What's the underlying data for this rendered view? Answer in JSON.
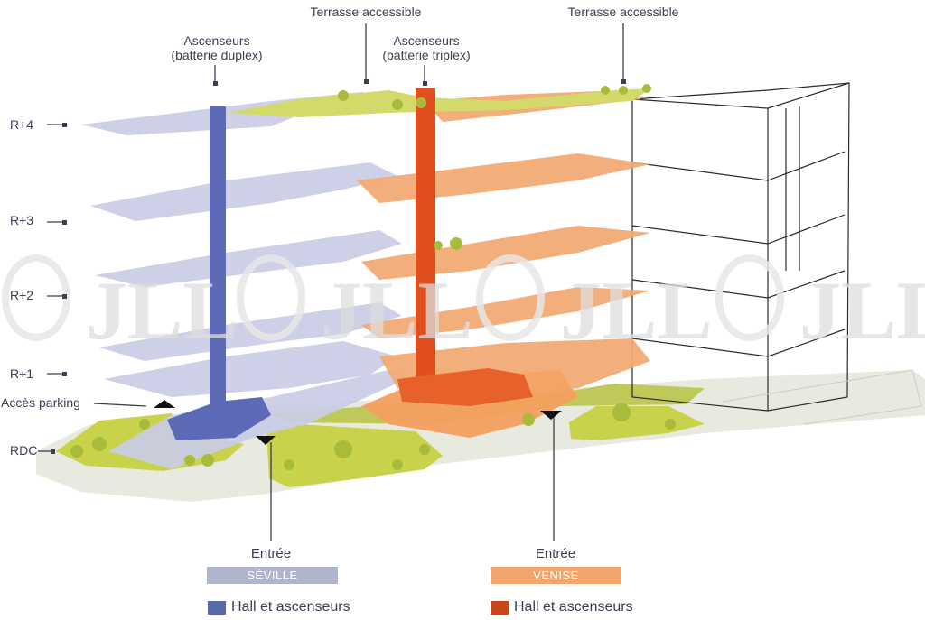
{
  "labels": {
    "terrace_left": "Terrasse accessible",
    "terrace_right": "Terrasse accessible",
    "elev_duplex": "Ascenseurs\n(batterie duplex)",
    "elev_triplex": "Ascenseurs\n(batterie triplex)",
    "parking": "Accès parking",
    "watermark": "JLL"
  },
  "floors": [
    "R+4",
    "R+3",
    "R+2",
    "R+1",
    "RDC"
  ],
  "entrances": {
    "left": {
      "label": "Entrée",
      "name": "SÉVILLE"
    },
    "right": {
      "label": "Entrée",
      "name": "VENISE"
    }
  },
  "legend": [
    {
      "label": "Hall et ascenseurs",
      "color": "#5a6aa8"
    },
    {
      "label": "Hall et ascenseurs",
      "color": "#c8481a"
    }
  ],
  "colors": {
    "blue_floor": "#c9cde6",
    "orange_floor": "#f2ab74",
    "blue_core": "#5c6ab8",
    "orange_core": "#e0501e",
    "green": "#c8d24a",
    "seville_bar": "#b0b5cc",
    "venise_bar": "#f2a56c"
  }
}
